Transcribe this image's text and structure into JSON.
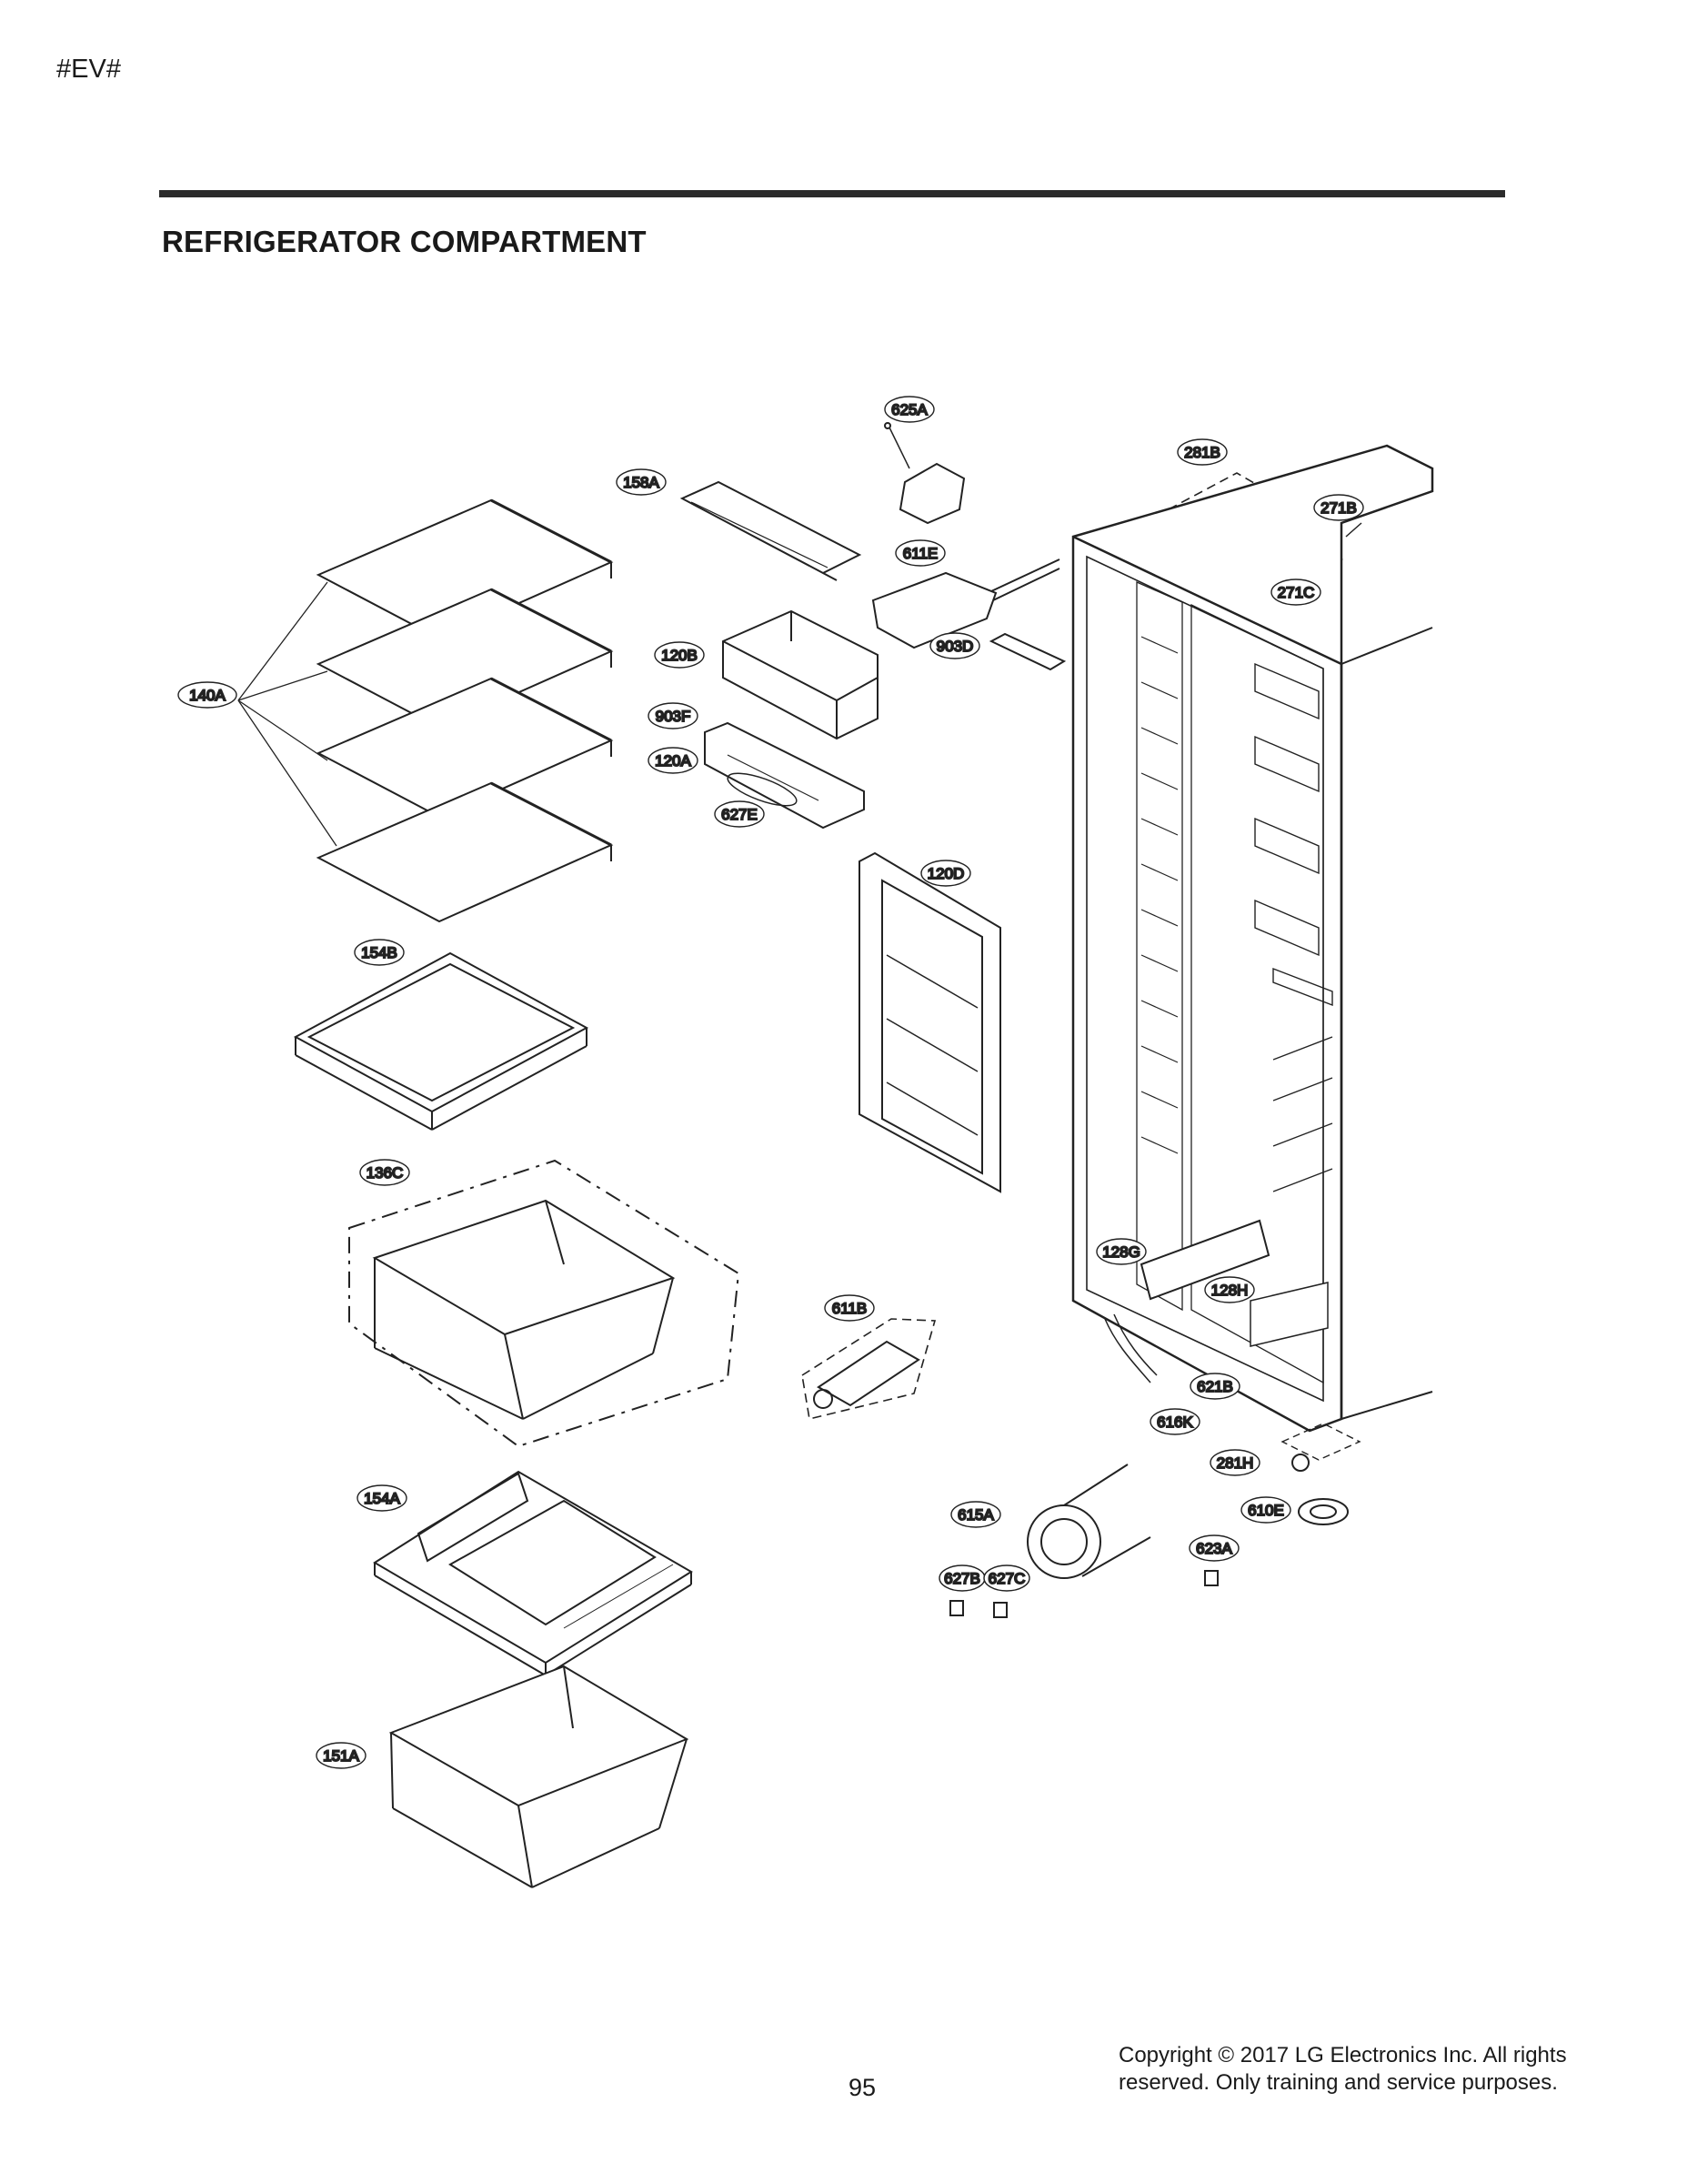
{
  "header": {
    "model_code": "#EV#",
    "title": "REFRIGERATOR COMPARTMENT"
  },
  "footer": {
    "page_number": "95",
    "copyright_line1": "Copyright © 2017 LG Electronics Inc. All rights",
    "copyright_line2": "reserved. Only training and service purposes."
  },
  "part_labels": {
    "p625A": "625A",
    "p281B": "281B",
    "p158A": "158A",
    "p271B": "271B",
    "p611E": "611E",
    "p271C": "271C",
    "p903D": "903D",
    "p120B": "120B",
    "p140A": "140A",
    "p903F": "903F",
    "p120A": "120A",
    "p627E": "627E",
    "p120D": "120D",
    "p154B": "154B",
    "p136C": "136C",
    "p128G": "128G",
    "p128H": "128H",
    "p611B": "611B",
    "p621B": "621B",
    "p616K": "616K",
    "p154A": "154A",
    "p281H": "281H",
    "p615A": "615A",
    "p610E": "610E",
    "p623A": "623A",
    "p627B": "627B",
    "p627C": "627C",
    "p151A": "151A"
  }
}
